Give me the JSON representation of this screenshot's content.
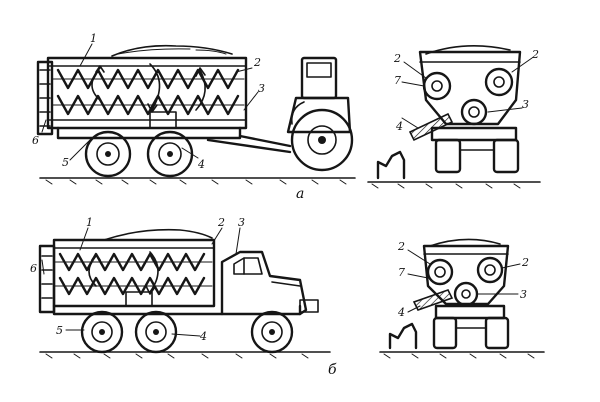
{
  "figure": {
    "caption_a": "а",
    "caption_b": "б",
    "view_a_side": {
      "labels": [
        "1",
        "2",
        "3",
        "4",
        "5",
        "6"
      ]
    },
    "view_a_section": {
      "labels": [
        "2",
        "7",
        "2",
        "3",
        "4"
      ]
    },
    "view_b_side": {
      "labels": [
        "1",
        "2",
        "3",
        "6",
        "5",
        "4"
      ]
    },
    "view_b_section": {
      "labels": [
        "2",
        "7",
        "2",
        "3",
        "4"
      ]
    }
  }
}
